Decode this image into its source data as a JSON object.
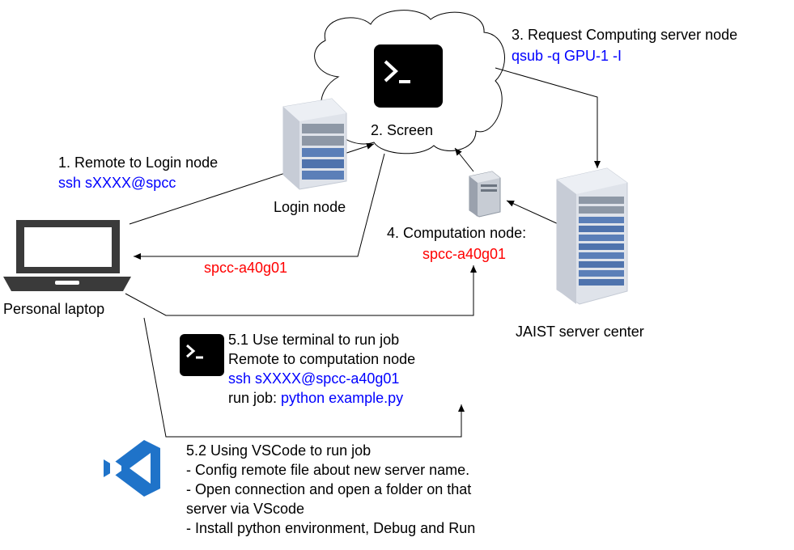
{
  "colors": {
    "black_text": "#000000",
    "blue_command": "#0000ff",
    "red_hostname": "#ff0000",
    "vscode": "#1f73c9"
  },
  "steps": {
    "s1_title": "1. Remote to Login node",
    "s1_cmd": "ssh sXXXX@spcc",
    "s2_title": "2. Screen",
    "s3_title": "3. Request Computing server node",
    "s3_cmd": "qsub -q GPU-1 -I",
    "s4_title": "4. Computation node:",
    "s4_host": "spcc-a40g01",
    "return_host": "spcc-a40g01",
    "s51_title": "5.1 Use terminal to run job",
    "s51_line2": "Remote to computation node",
    "s51_cmd": "ssh sXXXX@spcc-a40g01",
    "s51_run_prefix": "run job: ",
    "s51_run_cmd": "python example.py",
    "s52_title": "5.2 Using VSCode to run job",
    "s52_line2": "- Config remote file about new server name.",
    "s52_line3": "- Open connection and open a folder on that",
    "s52_line4": "server via VScode",
    "s52_line5": "- Install python environment, Debug and Run"
  },
  "nodes": {
    "laptop": "Personal laptop",
    "login": "Login node",
    "server_center": "JAIST server center"
  },
  "icons": [
    "laptop-icon",
    "login-server-icon",
    "cloud-icon",
    "terminal-icon",
    "computation-node-icon",
    "server-rack-icon",
    "vscode-icon"
  ]
}
